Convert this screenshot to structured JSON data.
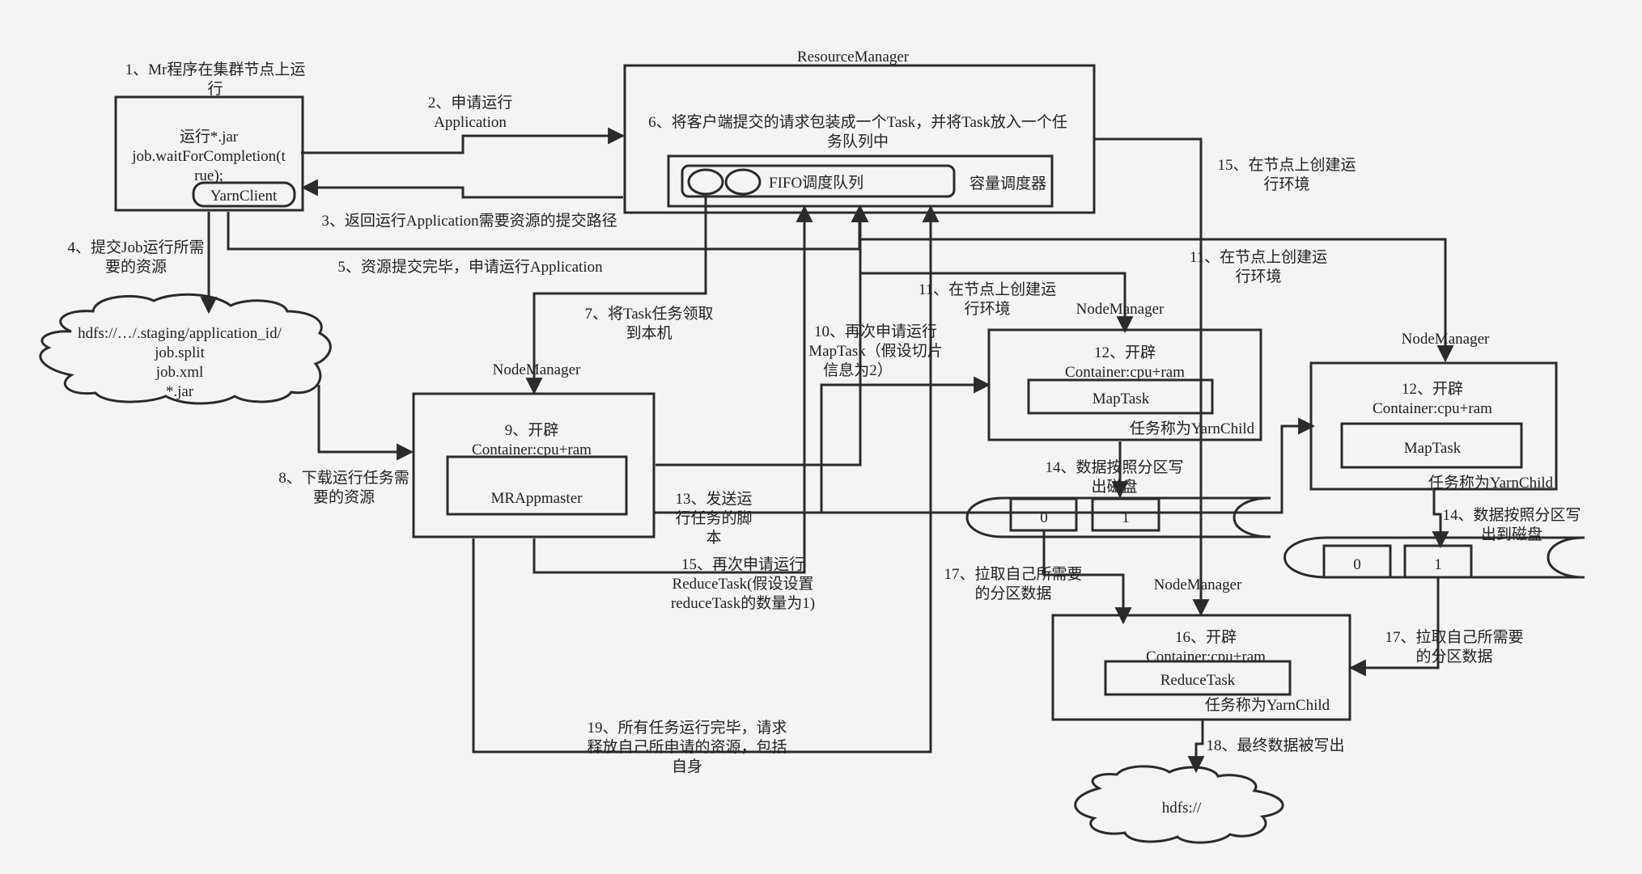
{
  "steps": {
    "s1": [
      "1、Mr程序在集群节点上运",
      "行"
    ],
    "s2": [
      "2、申请运行",
      "Application"
    ],
    "s3": "3、返回运行Application需要资源的提交路径",
    "s4": [
      "4、提交Job运行所需",
      "要的资源"
    ],
    "s5": "5、资源提交完毕，申请运行Application",
    "s6": [
      "6、将客户端提交的请求包装成一个Task，并将Task放入一个任",
      "务队列中"
    ],
    "s7": [
      "7、将Task任务领取",
      "到本机"
    ],
    "s8": [
      "8、下载运行任务需",
      "要的资源"
    ],
    "s10": [
      "10、再次申请运行",
      "MapTask（假设切片",
      "信息为2）"
    ],
    "s11a": [
      "11、在节点上创建运",
      "行环境"
    ],
    "s11b": [
      "11、在节点上创建运",
      "行环境"
    ],
    "s13": [
      "13、发送运",
      "行任务的脚",
      "本"
    ],
    "s14a": [
      "14、数据按照分区写",
      "出磁盘"
    ],
    "s14b": [
      "14、数据按照分区写",
      "出到磁盘"
    ],
    "s15a": [
      "15、在节点上创建运",
      "行环境"
    ],
    "s15b": [
      "15、再次申请运行",
      "ReduceTask(假设设置",
      "reduceTask的数量为1)"
    ],
    "s17a": [
      "17、拉取自己所需要",
      "的分区数据"
    ],
    "s17b": [
      "17、拉取自己所需要",
      "的分区数据"
    ],
    "s18": "18、最终数据被写出",
    "s19": [
      "19、所有任务运行完毕，请求",
      "释放自己所申请的资源，包括",
      "自身"
    ]
  },
  "client": {
    "lines": [
      "运行*.jar",
      "job.waitForCompletion(t",
      "rue);"
    ],
    "yarnclient": "YarnClient"
  },
  "resource_manager": {
    "title": "ResourceManager",
    "fifo": "FIFO调度队列",
    "capacity": "容量调度器"
  },
  "hdfs_staging": [
    "hdfs://…/.staging/application_id/",
    "job.split",
    "job.xml",
    "*.jar"
  ],
  "nm_app": {
    "title": "NodeManager",
    "container": [
      "9、开辟",
      "Container:cpu+ram"
    ],
    "inner": "MRAppmaster"
  },
  "nm_map1": {
    "title": "NodeManager",
    "container": [
      "12、开辟",
      "Container:cpu+ram"
    ],
    "inner": "MapTask",
    "note": "任务称为YarnChild"
  },
  "nm_map2": {
    "title": "NodeManager",
    "container": [
      "12、开辟",
      "Container:cpu+ram"
    ],
    "inner": "MapTask",
    "note": "任务称为YarnChild"
  },
  "nm_reduce": {
    "title": "NodeManager",
    "container": [
      "16、开辟",
      "Container:cpu+ram"
    ],
    "inner": "ReduceTask",
    "note": "任务称为YarnChild"
  },
  "partitions1": [
    "0",
    "1"
  ],
  "partitions2": [
    "0",
    "1"
  ],
  "hdfs_out": "hdfs://"
}
